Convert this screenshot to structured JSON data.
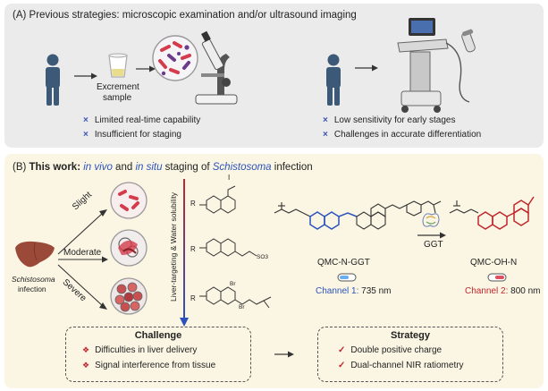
{
  "panel_a": {
    "title": "(A) Previous strategies: microscopic examination and/or ultrasound imaging",
    "excrement_label_1": "Excrement",
    "excrement_label_2": "sample",
    "left_bullets": [
      "Limited real-time capability",
      "Insufficient for staging"
    ],
    "right_bullets": [
      "Low sensitivity for early stages",
      "Challenges in accurate differentiation"
    ],
    "bullet_marker": "×"
  },
  "panel_b": {
    "title_prefix": "(B) ",
    "title_bold": "This work:",
    "title_parts": [
      " ",
      "in vivo",
      " and ",
      "in situ",
      " staging of ",
      "Schistosoma",
      " infection"
    ],
    "liver_label_1": "Schistosoma",
    "liver_label_2": "infection",
    "stages": [
      "Slight",
      "Moderate",
      "Severe"
    ],
    "vertical_axis_label": "Liver-targeting & Water solubility",
    "r_label": "R",
    "ion_label": "I",
    "sulfonate_label": "SO3",
    "br_label": "Br",
    "probe_name": "QMC-N-GGT",
    "product_name": "QMC-OH-N",
    "enzyme_label": "GGT",
    "channel_1": "Channel 1:",
    "channel_1_value": "735 nm",
    "channel_2": "Channel 2:",
    "channel_2_value": "800 nm",
    "challenge_title": "Challenge",
    "challenge_items": [
      "Difficulties in liver delivery",
      "Signal interference from tissue"
    ],
    "strategy_title": "Strategy",
    "strategy_items": [
      "Double positive charge",
      "Dual-channel NIR ratiometry"
    ],
    "colors": {
      "accent_blue": "#2a52be",
      "accent_red": "#c0262d",
      "person": "#3c5a78",
      "bacteria": "#d43c4c"
    }
  }
}
